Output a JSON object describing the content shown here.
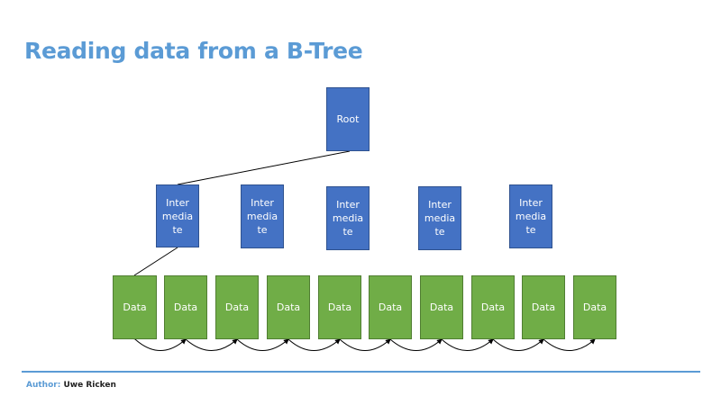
{
  "slide": {
    "title": "Reading data from a B-Tree"
  },
  "tree": {
    "root": {
      "label": "Root"
    },
    "intermediates": [
      {
        "label": "Inter\nmedia\nte"
      },
      {
        "label": "Inter\nmedia\nte"
      },
      {
        "label": "Inter\nmedia\nte"
      },
      {
        "label": "Inter\nmedia\nte"
      },
      {
        "label": "Inter\nmedia\nte"
      }
    ],
    "data_pages": [
      {
        "label": "Data"
      },
      {
        "label": "Data"
      },
      {
        "label": "Data"
      },
      {
        "label": "Data"
      },
      {
        "label": "Data"
      },
      {
        "label": "Data"
      },
      {
        "label": "Data"
      },
      {
        "label": "Data"
      },
      {
        "label": "Data"
      },
      {
        "label": "Data"
      }
    ]
  },
  "colors": {
    "title": "#5b9bd5",
    "index_node": "#4472c4",
    "data_node": "#70ad47",
    "footer_rule": "#5b9bd5"
  },
  "footer": {
    "author_label": "Author:",
    "author_name": "Uwe Ricken"
  }
}
